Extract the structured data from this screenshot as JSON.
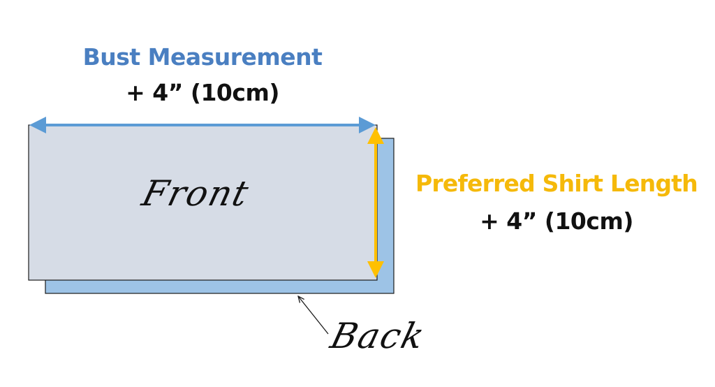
{
  "bust": {
    "title": "Bust Measurement",
    "allowance": "+ 4” (10cm)"
  },
  "length": {
    "title": "Preferred Shirt Length",
    "allowance": "+ 4” (10cm)"
  },
  "panels": {
    "front_label": "Front",
    "back_label": "Back"
  },
  "colors": {
    "front_fill": "#d6dce6",
    "back_fill": "#9dc3e6",
    "bust_arrow": "#5b9bd5",
    "length_arrow": "#ffc000",
    "bust_text": "#4a7fc1",
    "length_text": "#f5b90a",
    "outline": "#1a1a1a"
  }
}
